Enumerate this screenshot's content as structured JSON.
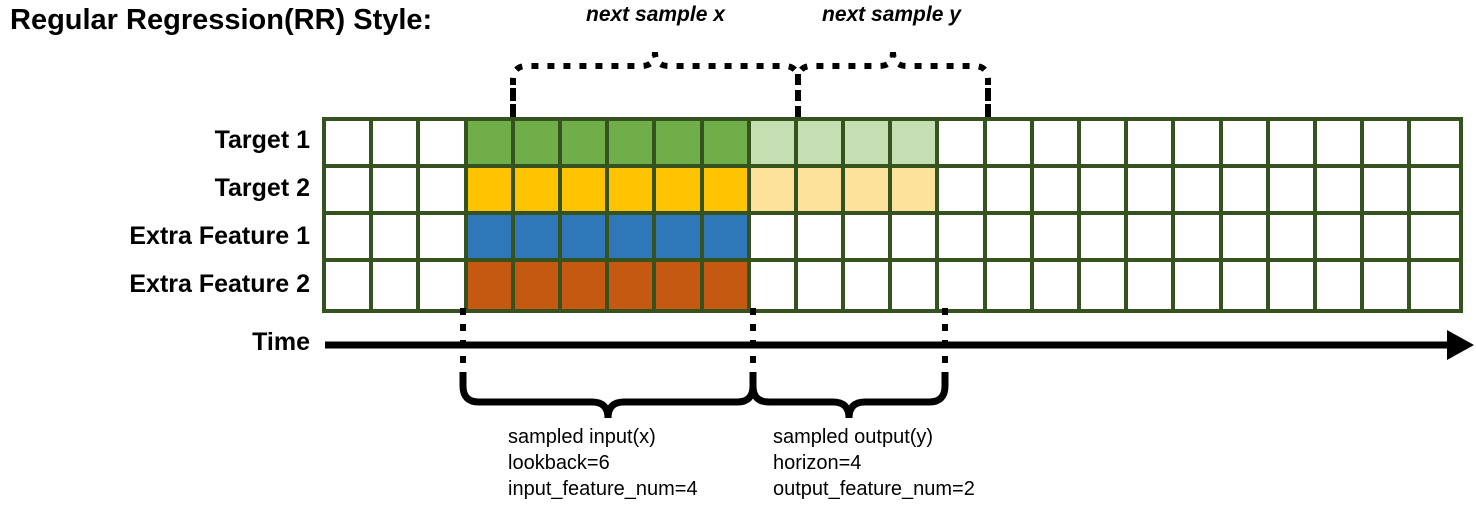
{
  "title": "Regular Regression(RR) Style:",
  "axis": {
    "time_label": "Time",
    "arrow_icon": "right-arrow-icon"
  },
  "rows": [
    {
      "label": "Target 1",
      "solid_color": "#6FAE49",
      "faded_color": "#C5DFB3",
      "has_output": true
    },
    {
      "label": "Target 2",
      "solid_color": "#FFC300",
      "faded_color": "#FCE29B",
      "has_output": true
    },
    {
      "label": "Extra Feature 1",
      "solid_color": "#2E77B8",
      "faded_color": "#FFFFFF",
      "has_output": false
    },
    {
      "label": "Extra Feature 2",
      "solid_color": "#C65911",
      "faded_color": "#FFFFFF",
      "has_output": false
    }
  ],
  "grid": {
    "total_cells": 24,
    "leading_empty_cells": 3,
    "input_cells": 6,
    "output_cells": 4,
    "trailing_empty_cells": 11,
    "border_color": "#35521F",
    "empty_cell_color": "#FFFFFF"
  },
  "top_brackets": [
    {
      "label": "next sample x"
    },
    {
      "label": "next sample y"
    }
  ],
  "bottom_brackets": [
    {
      "title": "sampled input(x)",
      "line2": "lookback=6",
      "line3": "input_feature_num=4"
    },
    {
      "title": "sampled output(y)",
      "line2": "horizon=4",
      "line3": "output_feature_num=2"
    }
  ],
  "params": {
    "lookback": 6,
    "horizon": 4,
    "input_feature_num": 4,
    "output_feature_num": 2
  }
}
